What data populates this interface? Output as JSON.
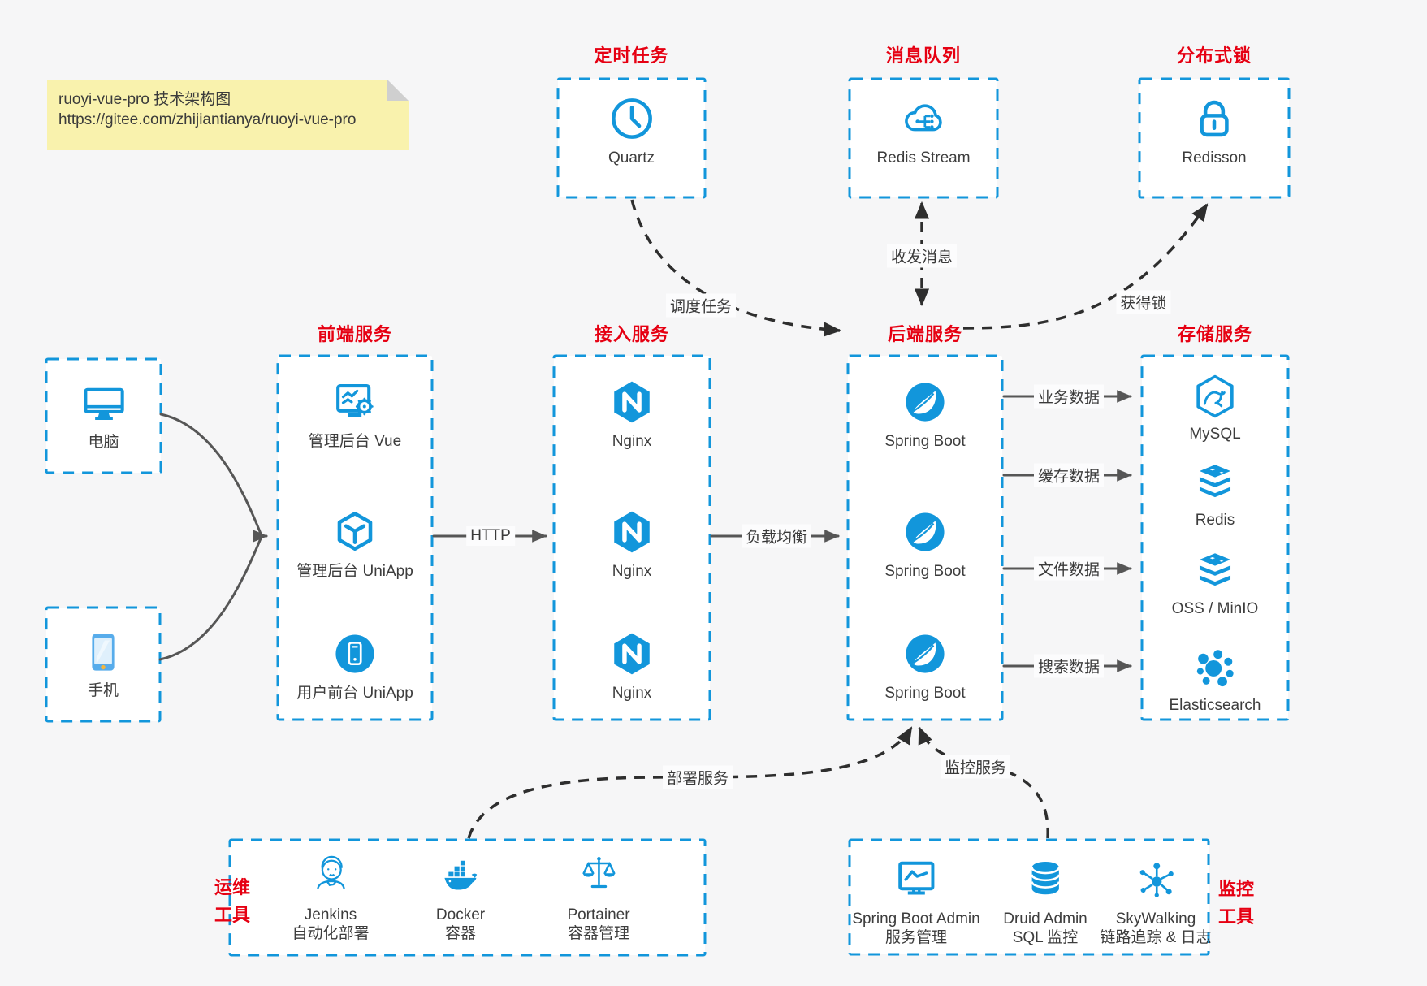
{
  "note": {
    "title": "ruoyi-vue-pro 技术架构图",
    "url": "https://gitee.com/zhijiantianya/ruoyi-vue-pro"
  },
  "top_groups": {
    "scheduler": {
      "title": "定时任务",
      "item": "Quartz",
      "icon": "clock-icon"
    },
    "mq": {
      "title": "消息队列",
      "item": "Redis Stream",
      "icon": "cloud-stream-icon"
    },
    "lock": {
      "title": "分布式锁",
      "item": "Redisson",
      "icon": "lock-icon"
    }
  },
  "clients": {
    "pc": {
      "label": "电脑",
      "icon": "desktop-icon"
    },
    "mobile": {
      "label": "手机",
      "icon": "smartphone-icon"
    }
  },
  "columns": {
    "frontend": {
      "title": "前端服务",
      "items": [
        {
          "label": "管理后台 Vue",
          "icon": "admin-vue-icon"
        },
        {
          "label": "管理后台 UniApp",
          "icon": "uniapp-cube-icon"
        },
        {
          "label": "用户前台 UniApp",
          "icon": "user-uniapp-icon"
        }
      ]
    },
    "gateway": {
      "title": "接入服务",
      "items": [
        {
          "label": "Nginx",
          "icon": "nginx-icon"
        },
        {
          "label": "Nginx",
          "icon": "nginx-icon"
        },
        {
          "label": "Nginx",
          "icon": "nginx-icon"
        }
      ]
    },
    "backend": {
      "title": "后端服务",
      "items": [
        {
          "label": "Spring Boot",
          "icon": "spring-boot-icon"
        },
        {
          "label": "Spring Boot",
          "icon": "spring-boot-icon"
        },
        {
          "label": "Spring Boot",
          "icon": "spring-boot-icon"
        }
      ]
    },
    "storage": {
      "title": "存储服务",
      "items": [
        {
          "label": "MySQL",
          "icon": "mysql-icon"
        },
        {
          "label": "Redis",
          "icon": "redis-stack-icon"
        },
        {
          "label": "OSS / MinIO",
          "icon": "redis-stack-icon"
        },
        {
          "label": "Elasticsearch",
          "icon": "elasticsearch-icon"
        }
      ]
    }
  },
  "edges": {
    "schedule": "调度任务",
    "message": "收发消息",
    "acquire_lock": "获得锁",
    "http": "HTTP",
    "load_balance": "负载均衡",
    "business_data": "业务数据",
    "cache_data": "缓存数据",
    "file_data": "文件数据",
    "search_data": "搜索数据",
    "deploy": "部署服务",
    "monitor": "监控服务"
  },
  "bottom_groups": {
    "ops": {
      "label_line1": "运维",
      "label_line2": "工具",
      "items": [
        {
          "name": "Jenkins",
          "desc": "自动化部署",
          "icon": "jenkins-icon"
        },
        {
          "name": "Docker",
          "desc": "容器",
          "icon": "docker-icon"
        },
        {
          "name": "Portainer",
          "desc": "容器管理",
          "icon": "portainer-scales-icon"
        }
      ]
    },
    "monitoring": {
      "label_line1": "监控",
      "label_line2": "工具",
      "items": [
        {
          "name": "Spring Boot Admin",
          "desc": "服务管理",
          "icon": "admin-monitor-icon"
        },
        {
          "name": "Druid Admin",
          "desc": "SQL 监控",
          "icon": "database-icon"
        },
        {
          "name": "SkyWalking",
          "desc": "链路追踪 & 日志",
          "icon": "network-icon"
        }
      ]
    }
  },
  "colors": {
    "accent_blue": "#1296db",
    "title_red": "#e60012",
    "note_yellow": "#f9f2ad"
  }
}
